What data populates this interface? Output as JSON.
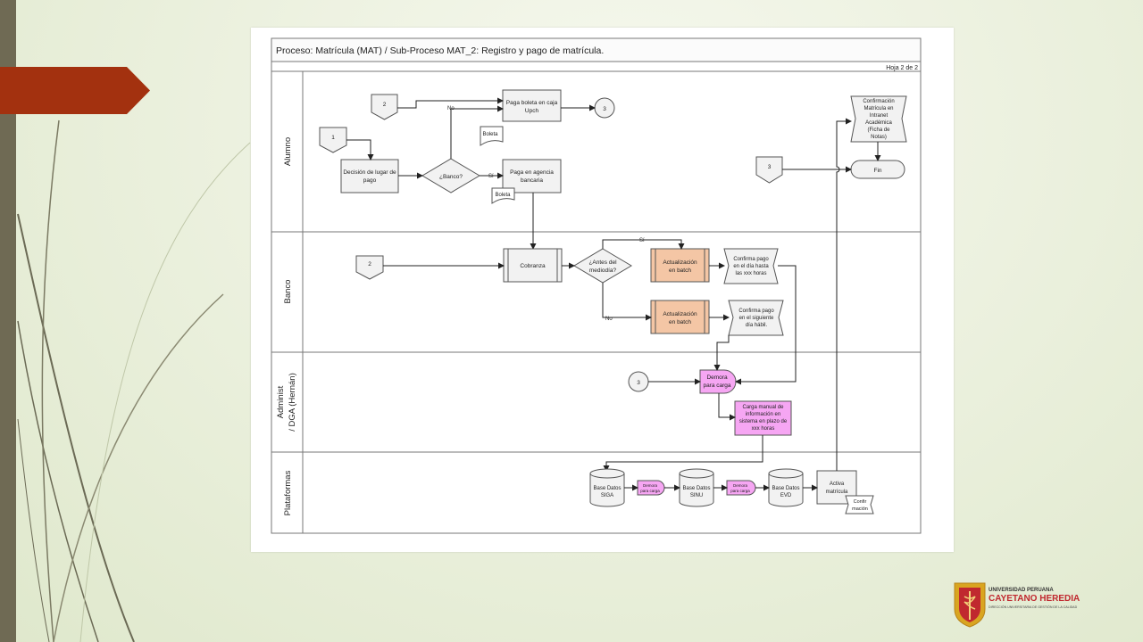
{
  "header": {
    "title": "Proceso: Matrícula (MAT) / Sub-Proceso MAT_2: Registro y pago de matrícula.",
    "page": "Hoja 2 de 2"
  },
  "lanes": {
    "alumno": "Alumno",
    "banco": "Banco",
    "admin_1": "Administ",
    "admin_2": "/ DGA (Hernán)",
    "plataformas": "Plataformas"
  },
  "alumno": {
    "conn1": "1",
    "conn2": "2",
    "decision_lugar_1": "Decisión de lugar de",
    "decision_lugar_2": "pago",
    "banco_q": "¿Banco?",
    "no": "No",
    "si": "Sí",
    "caja_1": "Paga boleta en caja",
    "caja_2": "Upch",
    "boleta_caja": "Boleta",
    "agencia_1": "Paga en agencia",
    "agencia_2": "bancaria",
    "boleta_agencia": "Boleta",
    "conn3_out": "3",
    "conn3_in": "3",
    "confirm_1": "Confirmación",
    "confirm_2": "Matrícula en",
    "confirm_3": "Intranet",
    "confirm_4": "Académica",
    "confirm_5": "(Ficha de",
    "confirm_6": "Notas)",
    "fin": "Fin"
  },
  "banco": {
    "conn2": "2",
    "cobranza": "Cobranza",
    "antes_1": "¿Antes del",
    "antes_2": "mediodía?",
    "si": "Sí",
    "no": "No",
    "batch1_1": "Actualización",
    "batch1_2": "en batch",
    "batch2_1": "Actualización",
    "batch2_2": "en batch",
    "doc1_1": "Confirma pago",
    "doc1_2": "en el día hasta",
    "doc1_3": "las xxx horas",
    "doc2_1": "Confirma pago",
    "doc2_2": "en el siguiente",
    "doc2_3": "día hábil."
  },
  "admin": {
    "conn3": "3",
    "demora_1": "Demora",
    "demora_2": "para carga",
    "carga_1": "Carga manual de",
    "carga_2": "información en",
    "carga_3": "sistema en plazo de",
    "carga_4": "xxx horas"
  },
  "plataformas": {
    "db1_1": "Base Datos",
    "db1_2": "SIGA",
    "demora1_1": "Demora",
    "demora1_2": "para carga",
    "db2_1": "Base Datos",
    "db2_2": "SINU",
    "demora2_1": "Demora",
    "demora2_2": "para carga",
    "db3_1": "Base Datos",
    "db3_2": "EVD",
    "activa_1": "Activa",
    "activa_2": "matrícula",
    "confir_1": "Confir",
    "confir_2": "mación"
  },
  "logo": {
    "line1": "UNIVERSIDAD PERUANA",
    "line2": "CAYETANO HEREDIA",
    "line3": "DIRECCIÓN UNIVERSITARIA DE GESTIÓN DE LA CALIDAD"
  },
  "colors": {
    "tab": "#a3310f",
    "sidebar": "#6f6a54",
    "batch_fill": "#f4c6a5",
    "delay_fill": "#f6a6f3",
    "logo_red": "#c0282f",
    "logo_gold": "#d9a520"
  }
}
